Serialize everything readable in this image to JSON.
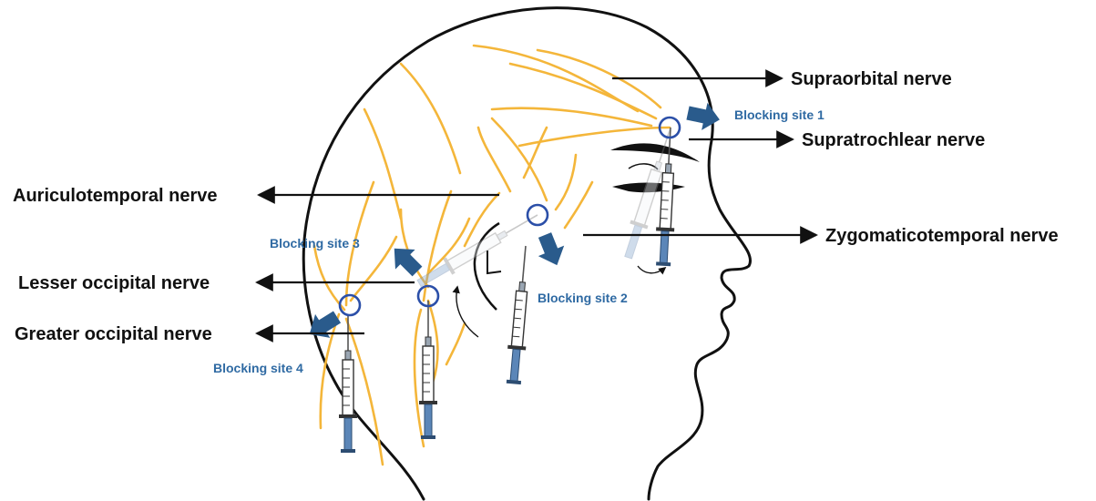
{
  "nerves": {
    "supraorbital": "Supraorbital nerve",
    "supratrochlear": "Supratrochlear nerve",
    "auriculotemporal": "Auriculotemporal nerve",
    "zygomaticotemporal": "Zygomaticotemporal nerve",
    "lesser_occipital": "Lesser occipital nerve",
    "greater_occipital": "Greater occipital nerve"
  },
  "sites": {
    "site1": "Blocking site 1",
    "site2": "Blocking site 2",
    "site3": "Blocking site 3",
    "site4": "Blocking site 4"
  },
  "colors": {
    "nerve": "#f4b63a",
    "site_text": "#2f6aa3",
    "site_arrow": "#2a5b8c",
    "syringe_barrel": "#5b86b8",
    "ring": "#2b4fa8",
    "outline": "#111111"
  }
}
